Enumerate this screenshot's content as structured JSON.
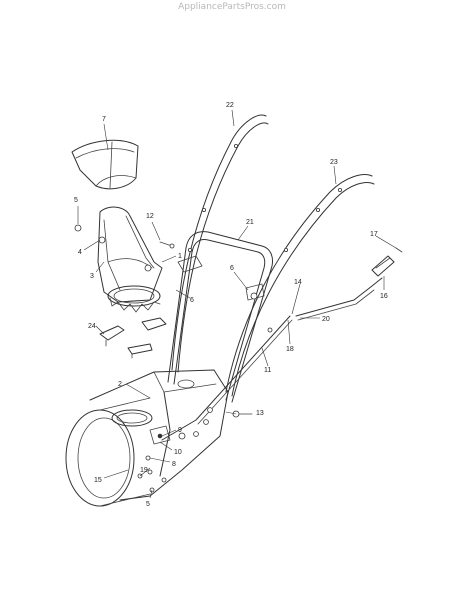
{
  "watermark": "AppliancePartsPros.com",
  "callouts": {
    "c1": "1",
    "c2": "2",
    "c3": "3",
    "c4": "4",
    "c5a": "5",
    "c5b": "5",
    "c6a": "6",
    "c6b": "6",
    "c7": "7",
    "c8": "8",
    "c9": "9",
    "c10": "10",
    "c11": "11",
    "c12": "12",
    "c13": "13",
    "c14": "14",
    "c15": "15",
    "c16": "16",
    "c17": "17",
    "c18": "18",
    "c19": "19",
    "c20": "20",
    "c21": "21",
    "c22": "22",
    "c23": "23",
    "c24": "24"
  }
}
